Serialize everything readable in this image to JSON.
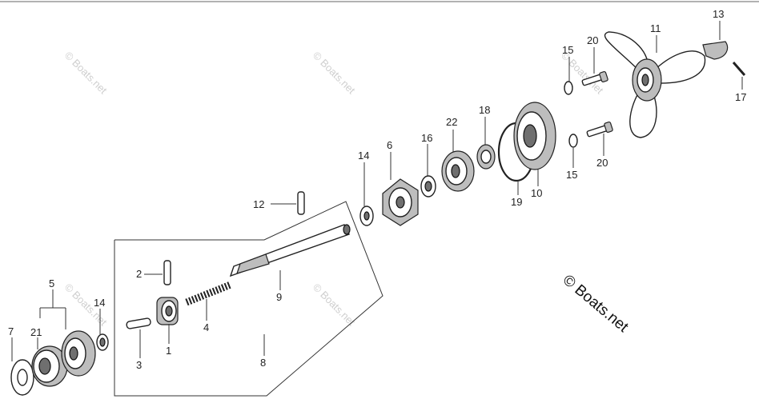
{
  "title": "",
  "watermark": {
    "main_text": "© Boats.net",
    "faint_text": "© Boats.net"
  },
  "callouts": {
    "c1": "1",
    "c2": "2",
    "c3": "3",
    "c4": "4",
    "c5": "5",
    "c6": "6",
    "c7": "7",
    "c8": "8",
    "c9": "9",
    "c10": "10",
    "c11": "11",
    "c12": "12",
    "c13": "13",
    "c14a": "14",
    "c14b": "14",
    "c15a": "15",
    "c15b": "15",
    "c16": "16",
    "c17": "17",
    "c18": "18",
    "c19": "19",
    "c20a": "20",
    "c20b": "20",
    "c21": "21",
    "c22": "22"
  },
  "colors": {
    "line": "#333333",
    "part_fill": "#ffffff",
    "shade": "#bdbdbd",
    "dark": "#6f6f6f",
    "watermark": "#cfcfcf"
  }
}
